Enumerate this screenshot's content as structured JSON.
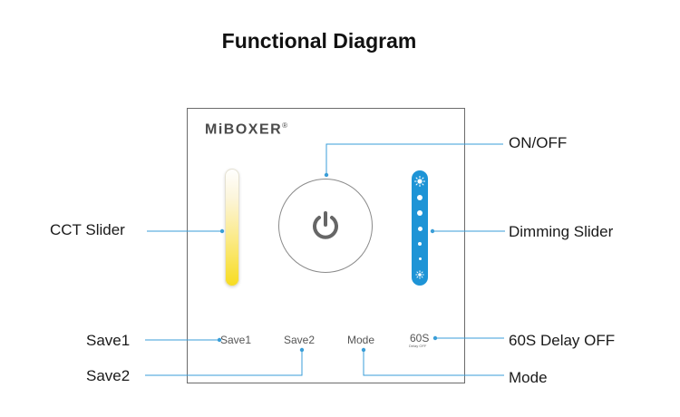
{
  "title": "Functional Diagram",
  "brand": {
    "name": "MiBOXER",
    "mark": "®"
  },
  "panel_labels": {
    "save1": "Save1",
    "save2": "Save2",
    "mode": "Mode",
    "delay_main": "60S",
    "delay_sub": "Delay OFF"
  },
  "callouts": {
    "on_off": "ON/OFF",
    "cct_slider": "CCT Slider",
    "dimming_slider": "Dimming Slider",
    "save1": "Save1",
    "save2": "Save2",
    "delay_off": "60S Delay OFF",
    "mode": "Mode"
  },
  "icons": {
    "power": "power-icon",
    "brightness_high": "sun-icon",
    "brightness_low": "small-sun-icon"
  },
  "colors": {
    "leader_line": "#3a9ed8",
    "dimming_slider": "#1e94d6",
    "cct_warm": "#f7dc1f",
    "cct_cool": "#ffffff",
    "power_icon": "#666666"
  }
}
